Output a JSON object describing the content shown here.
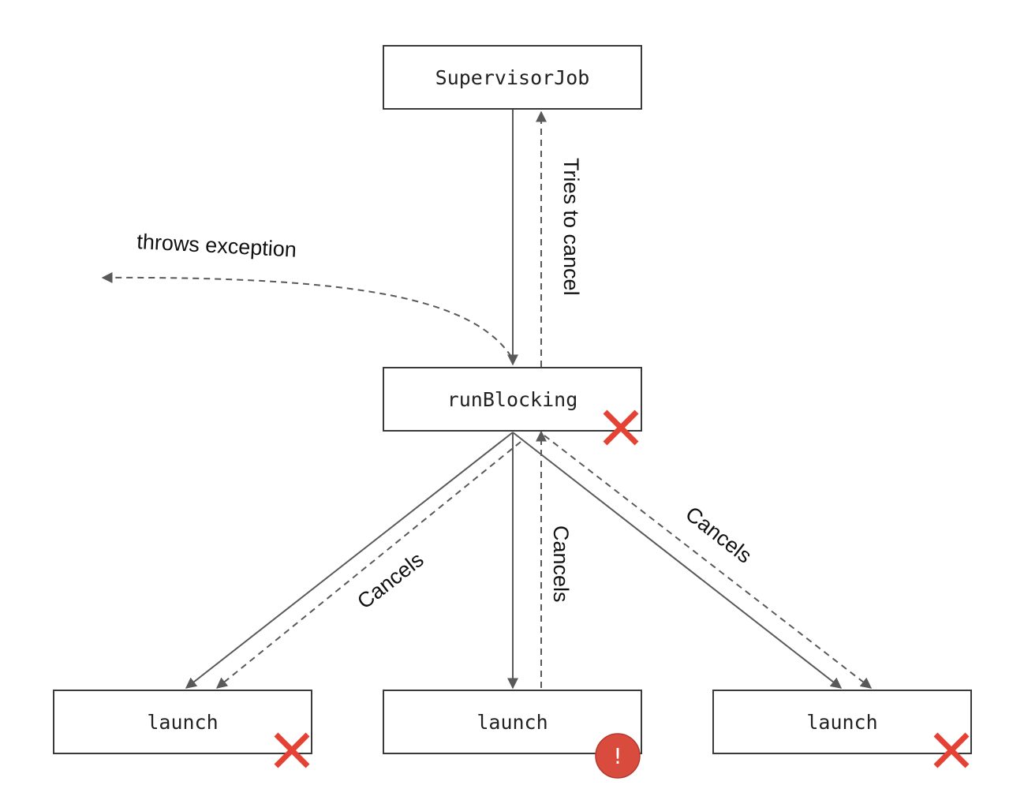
{
  "nodes": {
    "supervisor": {
      "label": "SupervisorJob"
    },
    "run_blocking": {
      "label": "runBlocking"
    },
    "launch_left": {
      "label": "launch"
    },
    "launch_middle": {
      "label": "launch"
    },
    "launch_right": {
      "label": "launch"
    }
  },
  "edges": {
    "tries_to_cancel": "Tries to cancel",
    "throws_exception": "throws exception",
    "cancels_left": "Cancels",
    "cancels_middle": "Cancels",
    "cancels_right": "Cancels"
  },
  "markers": {
    "cancelled_icon": "x-cross",
    "cancelled_color": "#e34234",
    "failure_icon": "exclamation-circle",
    "failure_color": "#d94b3d",
    "failure_glyph": "!"
  },
  "colors": {
    "box_stroke": "#3a3a3a",
    "arrow": "#595959",
    "text": "#111111"
  }
}
